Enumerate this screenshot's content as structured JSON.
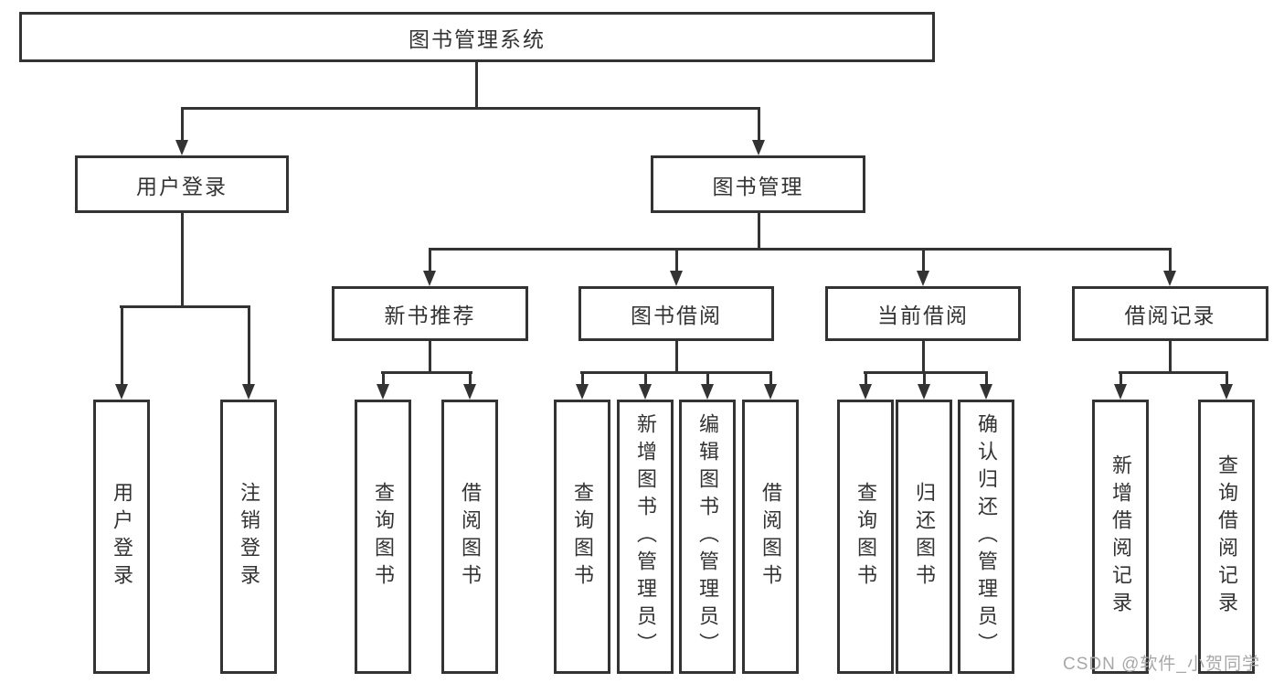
{
  "diagram": {
    "title": "图书管理系统",
    "level2": [
      {
        "label": "用户登录",
        "children": [
          "用户登录",
          "注销登录"
        ]
      },
      {
        "label": "图书管理"
      }
    ],
    "level3": [
      {
        "label": "新书推荐",
        "children": [
          "查询图书",
          "借阅图书"
        ]
      },
      {
        "label": "图书借阅",
        "children": [
          "查询图书",
          "新增图书（管理员）",
          "编辑图书（管理员）",
          "借阅图书"
        ]
      },
      {
        "label": "当前借阅",
        "children": [
          "查询图书",
          "归还图书",
          "确认归还（管理员）"
        ]
      },
      {
        "label": "借阅记录",
        "children": [
          "新增借阅记录",
          "查询借阅记录"
        ]
      }
    ]
  },
  "watermark": "CSDN @软件_小贺同学",
  "colors": {
    "line": "#333333",
    "text": "#333333",
    "watermark": "#a8a8a8",
    "background": "#ffffff"
  }
}
